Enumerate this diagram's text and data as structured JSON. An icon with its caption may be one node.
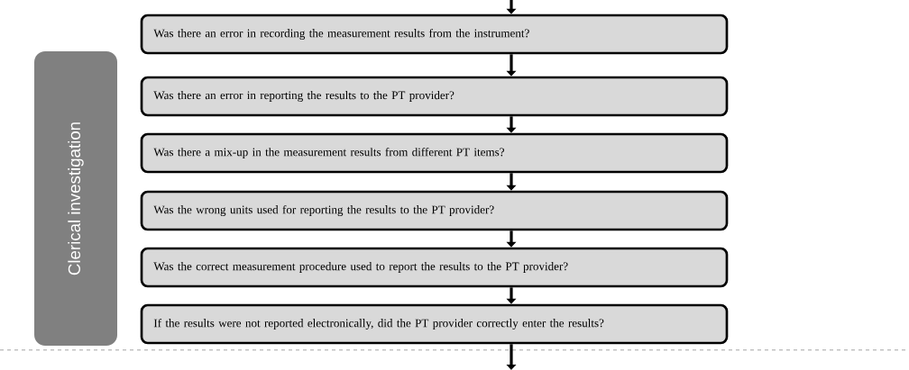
{
  "diagram": {
    "nodes": [
      {
        "text": [
          "Clerical investigation"
        ]
      },
      {
        "text": [
          "Was there an error in recording the measurement results from the instrument?"
        ]
      },
      {
        "text": [
          "Was there an error in reporting the results to the PT provider?"
        ]
      },
      {
        "text": [
          "Was there a mix-up in the measurement results from different PT items?"
        ]
      },
      {
        "text": [
          "Was the wrong units used for reporting the results to the PT provider?"
        ]
      },
      {
        "text": [
          "Was the correct measurement procedure used to report the results to the PT provider?"
        ]
      },
      {
        "text": [
          "If the results were not reported electronically, did the PT provider correctly enter the results?"
        ]
      }
    ],
    "edges": [
      {
        "from": null,
        "to": 1,
        "arrow": "to"
      },
      {
        "from": 1,
        "to": 2,
        "arrow": "to"
      },
      {
        "from": 2,
        "to": 3,
        "arrow": "to"
      },
      {
        "from": 3,
        "to": 4,
        "arrow": "to"
      },
      {
        "from": 4,
        "to": 5,
        "arrow": "to"
      },
      {
        "from": 5,
        "to": 6,
        "arrow": "to"
      },
      {
        "from": 6,
        "to": null,
        "arrow": "to"
      }
    ]
  }
}
